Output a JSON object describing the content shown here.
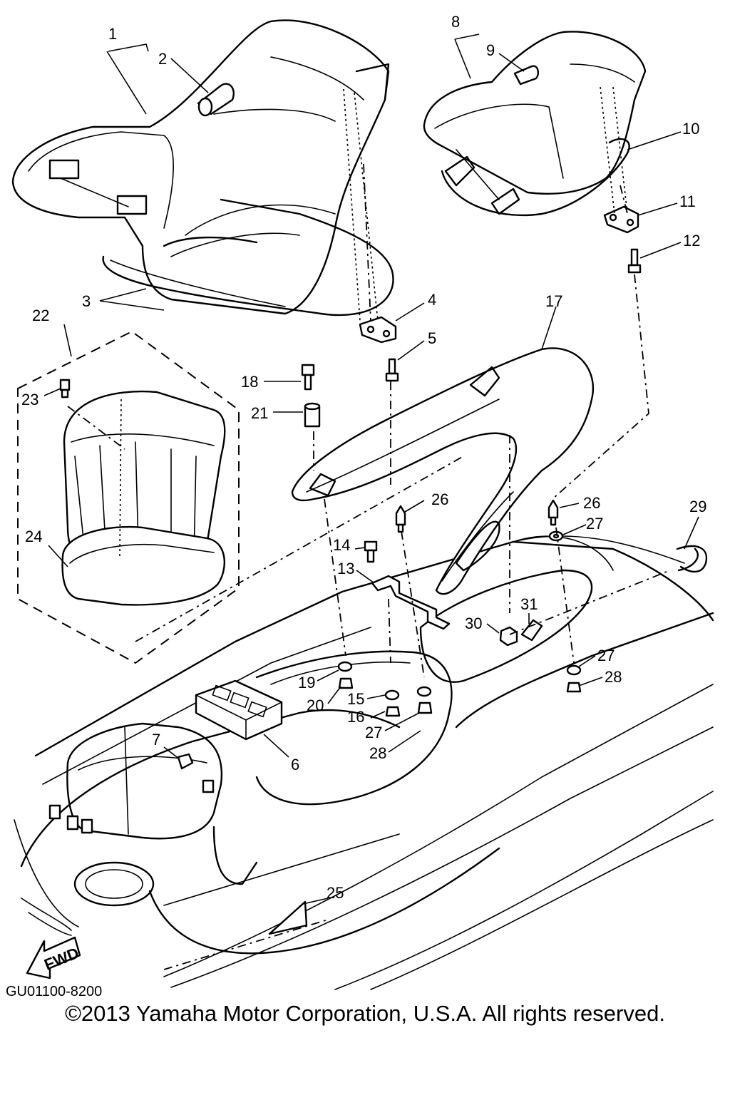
{
  "diagram_code": "GU01100-8200",
  "copyright": "©2013 Yamaha Motor Corporation, U.S.A. All rights reserved.",
  "fwd_label": "FWD",
  "callouts": [
    "1",
    "2",
    "3",
    "4",
    "5",
    "6",
    "7",
    "8",
    "9",
    "10",
    "11",
    "12",
    "13",
    "14",
    "15",
    "16",
    "17",
    "18",
    "19",
    "20",
    "21",
    "22",
    "23",
    "24",
    "25",
    "26",
    "26",
    "27",
    "27",
    "27",
    "28",
    "28",
    "29",
    "30",
    "31"
  ]
}
